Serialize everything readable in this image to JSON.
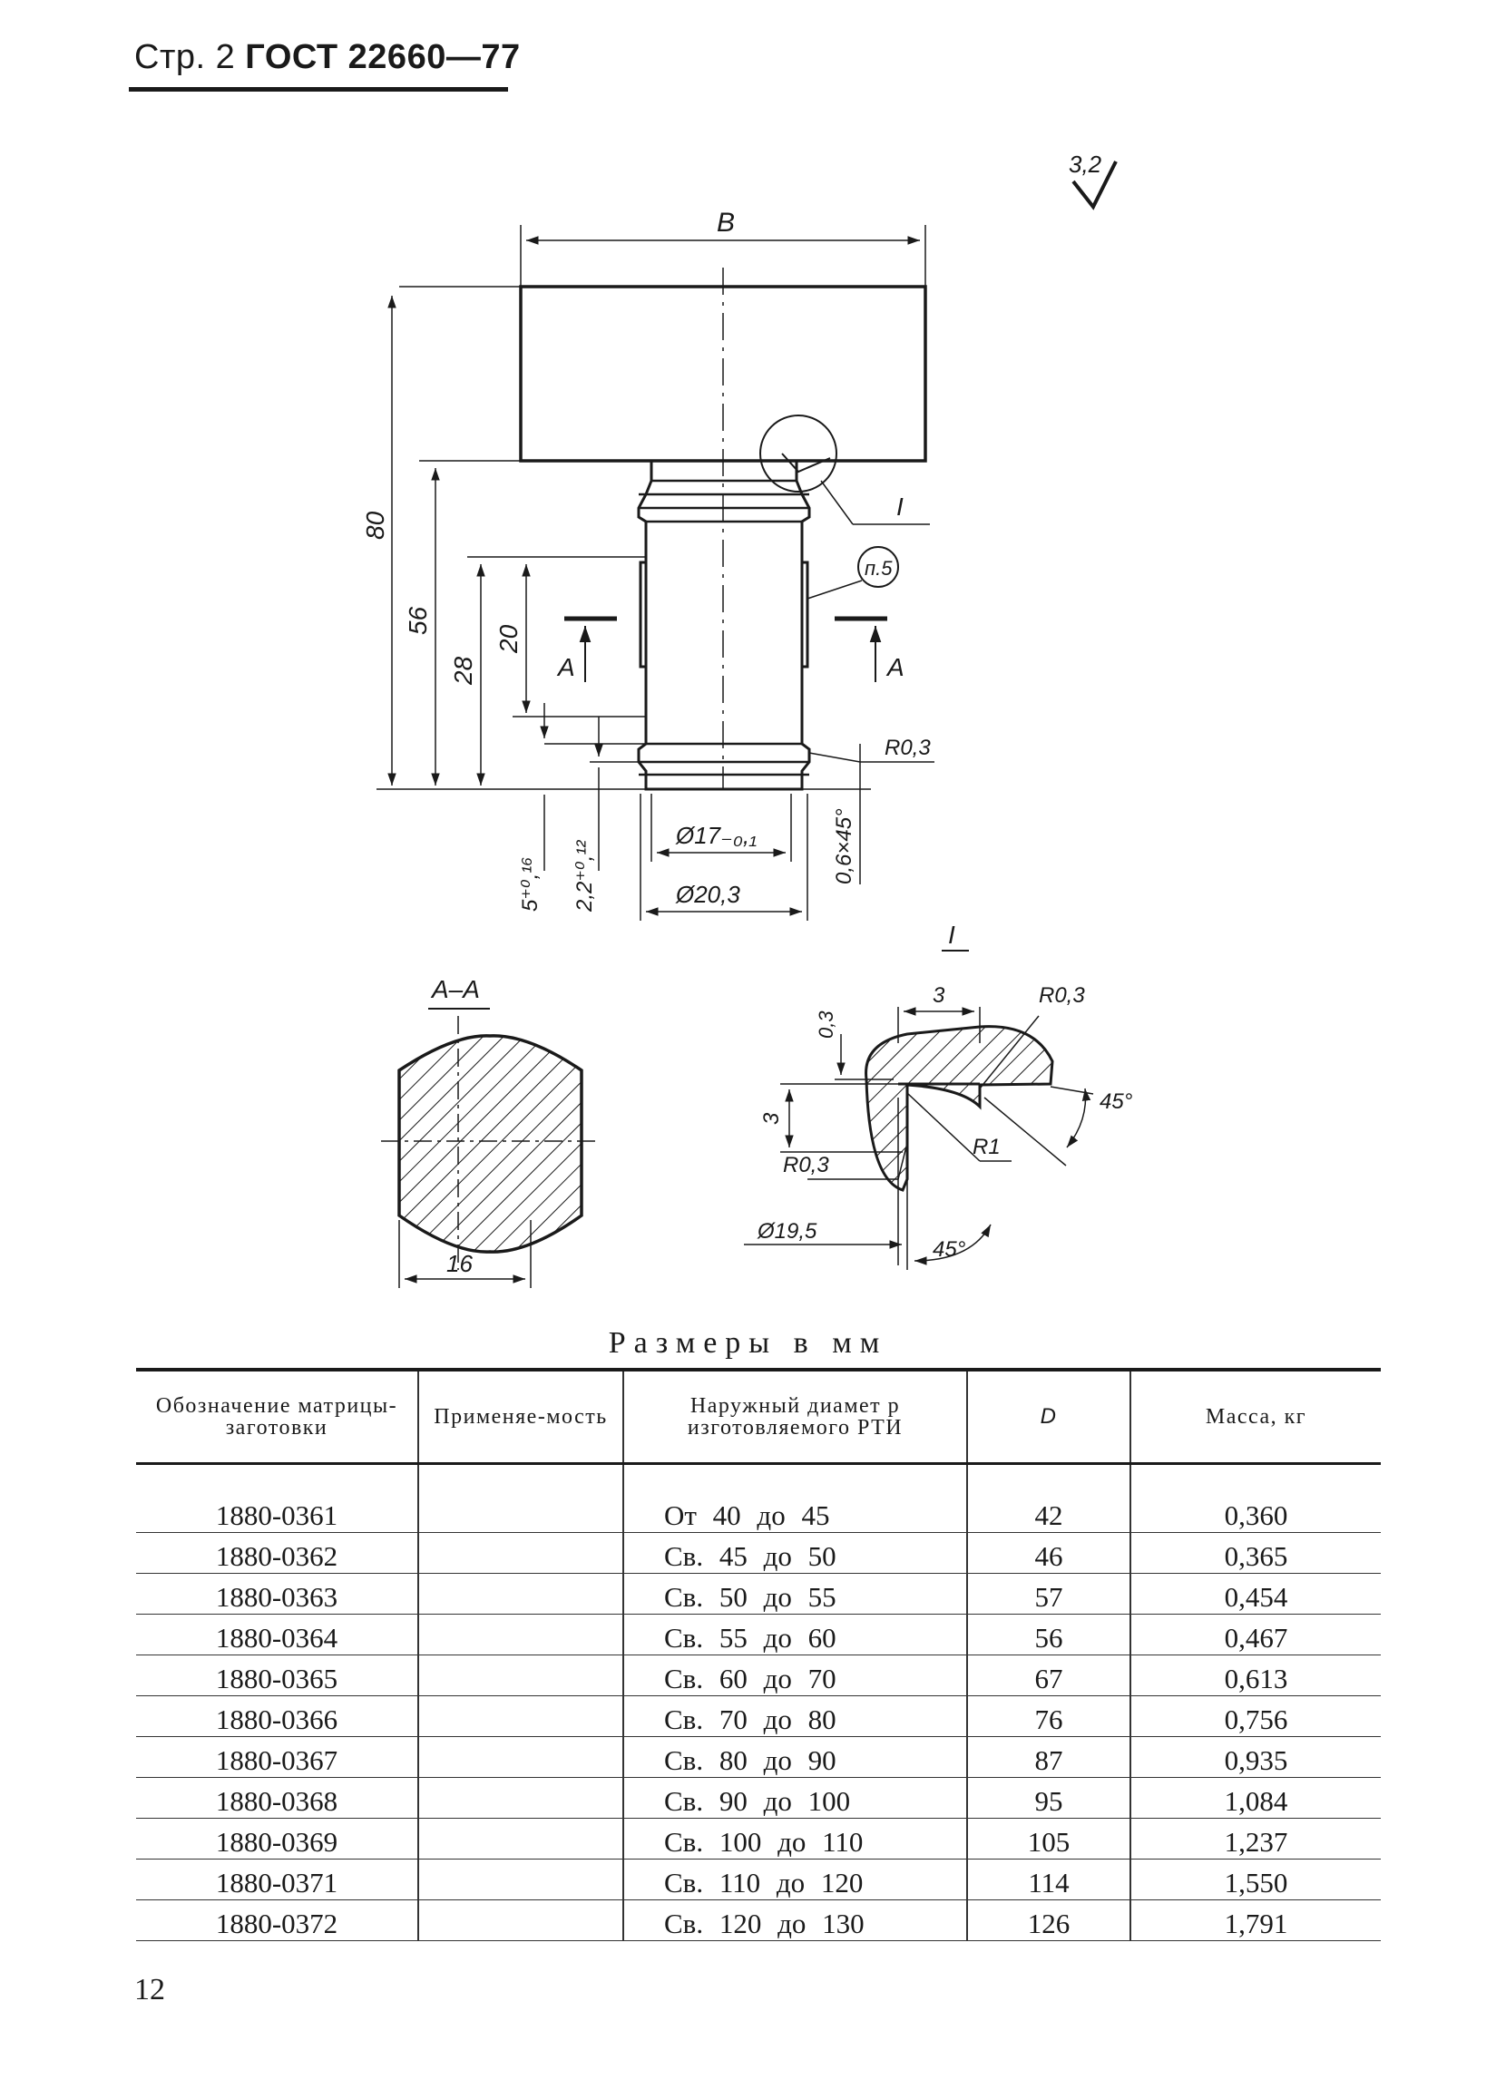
{
  "header": {
    "page_label": "Стр. 2",
    "standard": "ГОСТ 22660—77"
  },
  "drawing": {
    "roughness": "3,2",
    "dims": {
      "width_B": "B",
      "h80": "80",
      "h56": "56",
      "h28": "28",
      "h20": "20",
      "tol5": "5⁺⁰,¹⁶",
      "tol22": "2,2⁺⁰,¹²",
      "d17": "Ø17₋₀,₁",
      "d203": "Ø20,3",
      "chamfer": "0,6×45°",
      "r03": "R0,3",
      "note_p5": "п.5",
      "section_mark": "A",
      "detail_mark": "I",
      "section_title": "A–A",
      "section_width": "16",
      "detail_3": "3",
      "detail_r03a": "R0,3",
      "detail_03": "0,3",
      "detail_3v": "3",
      "detail_45a": "45°",
      "detail_r1": "R1",
      "detail_r03b": "R0,3",
      "detail_d195": "Ø19,5",
      "detail_45b": "45°"
    }
  },
  "caption": "Размеры в мм",
  "table": {
    "headers": [
      "Обозначение матрицы-заготовки",
      "Применяе-мость",
      "Наружный диамет р изготовляемого РТИ",
      "D",
      "Масса, кг"
    ],
    "rows": [
      {
        "code": "1880-0361",
        "usage": "",
        "range": "От 40 до 45",
        "D": "42",
        "mass": "0,360"
      },
      {
        "code": "1880-0362",
        "usage": "",
        "range": "Св. 45 до 50",
        "D": "46",
        "mass": "0,365"
      },
      {
        "code": "1880-0363",
        "usage": "",
        "range": "Св. 50 до 55",
        "D": "57",
        "mass": "0,454"
      },
      {
        "code": "1880-0364",
        "usage": "",
        "range": "Св. 55 до 60",
        "D": "56",
        "mass": "0,467"
      },
      {
        "code": "1880-0365",
        "usage": "",
        "range": "Св. 60 до 70",
        "D": "67",
        "mass": "0,613"
      },
      {
        "code": "1880-0366",
        "usage": "",
        "range": "Св. 70 до 80",
        "D": "76",
        "mass": "0,756"
      },
      {
        "code": "1880-0367",
        "usage": "",
        "range": "Св. 80 до 90",
        "D": "87",
        "mass": "0,935"
      },
      {
        "code": "1880-0368",
        "usage": "",
        "range": "Св. 90 до 100",
        "D": "95",
        "mass": "1,084"
      },
      {
        "code": "1880-0369",
        "usage": "",
        "range": "Св. 100 до 110",
        "D": "105",
        "mass": "1,237"
      },
      {
        "code": "1880-0371",
        "usage": "",
        "range": "Св. 110 до 120",
        "D": "114",
        "mass": "1,550"
      },
      {
        "code": "1880-0372",
        "usage": "",
        "range": "Св. 120 до 130",
        "D": "126",
        "mass": "1,791"
      }
    ]
  },
  "page_number": "12"
}
